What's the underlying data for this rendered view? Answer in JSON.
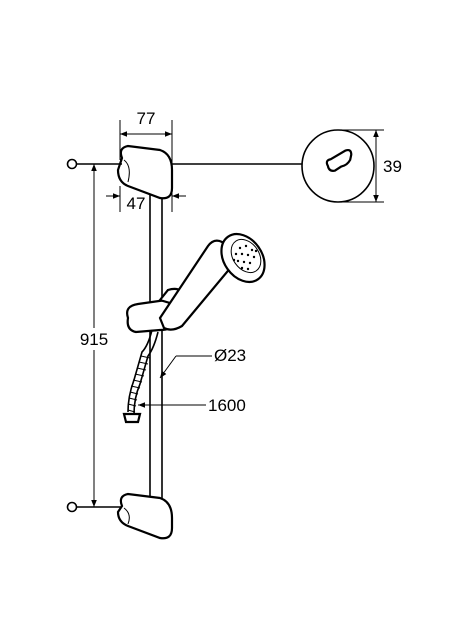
{
  "drawing": {
    "dimensions": {
      "bracket_depth": "77",
      "bracket_width": "47",
      "rail_length": "915",
      "escutcheon_diameter": "39",
      "rail_diameter": "Ø23",
      "hose_length": "1600"
    },
    "colors": {
      "line": "#000000",
      "background": "#ffffff"
    }
  }
}
